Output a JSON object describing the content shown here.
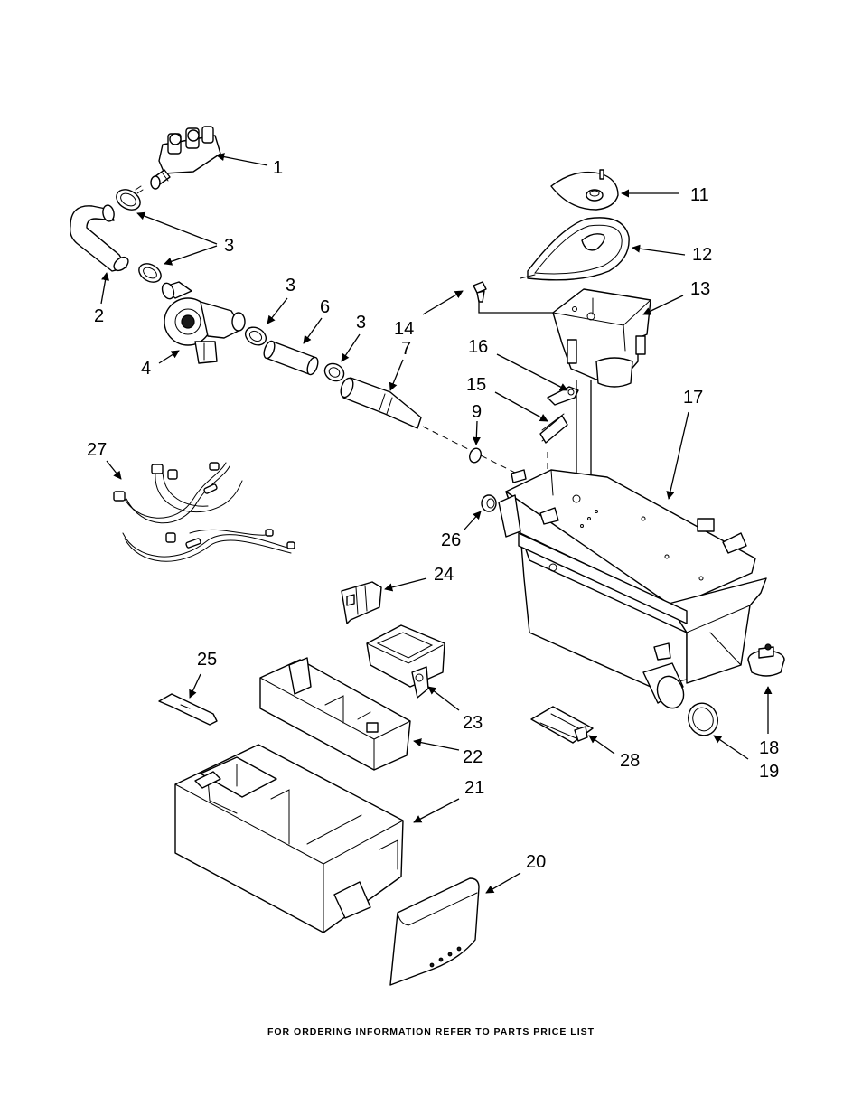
{
  "callouts": {
    "p1": "1",
    "p2": "2",
    "p3a": "3",
    "p3b": "3",
    "p3c": "3",
    "p4": "4",
    "p6": "6",
    "p7": "7",
    "p9": "9",
    "p11": "11",
    "p12": "12",
    "p13": "13",
    "p14": "14",
    "p15": "15",
    "p16": "16",
    "p17": "17",
    "p18": "18",
    "p19": "19",
    "p20": "20",
    "p21": "21",
    "p22": "22",
    "p23": "23",
    "p24": "24",
    "p25": "25",
    "p26": "26",
    "p27": "27",
    "p28": "28"
  },
  "footer": {
    "text": "FOR ORDERING INFORMATION REFER TO PARTS PRICE LIST"
  }
}
